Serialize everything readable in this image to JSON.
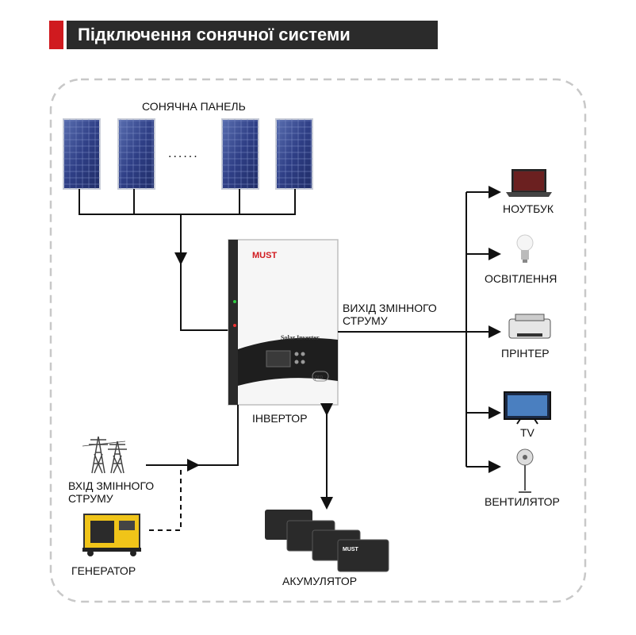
{
  "title": "Підключення сонячної системи",
  "colors": {
    "accent": "#d01a1f",
    "title_bg": "#2b2b2b",
    "line": "#111111",
    "border": "#c8c8c8"
  },
  "solar_panel": {
    "label": "СОНЯЧНА ПАНЕЛЬ",
    "ellipsis": "......"
  },
  "inverter": {
    "label": "ІНВЕРТОР",
    "brand": "MUST",
    "model": "Solar Inverter",
    "badge": "pro"
  },
  "ac_output": {
    "line1": "ВИХІД ЗМІННОГО",
    "line2": "СТРУМУ"
  },
  "ac_input": {
    "line1": "ВХІД ЗМІННОГО",
    "line2": "СТРУМУ"
  },
  "generator": {
    "label": "ГЕНЕРАТОР"
  },
  "battery": {
    "label": "АКУМУЛЯТОР",
    "brand": "MUST"
  },
  "loads": [
    {
      "label": "НОУТБУК",
      "icon": "laptop-icon"
    },
    {
      "label": "ОСВІТЛЕННЯ",
      "icon": "bulb-icon"
    },
    {
      "label": "ПРІНТЕР",
      "icon": "printer-icon"
    },
    {
      "label": "TV",
      "icon": "tv-icon"
    },
    {
      "label": "ВЕНТИЛЯТОР",
      "icon": "fan-icon"
    }
  ]
}
